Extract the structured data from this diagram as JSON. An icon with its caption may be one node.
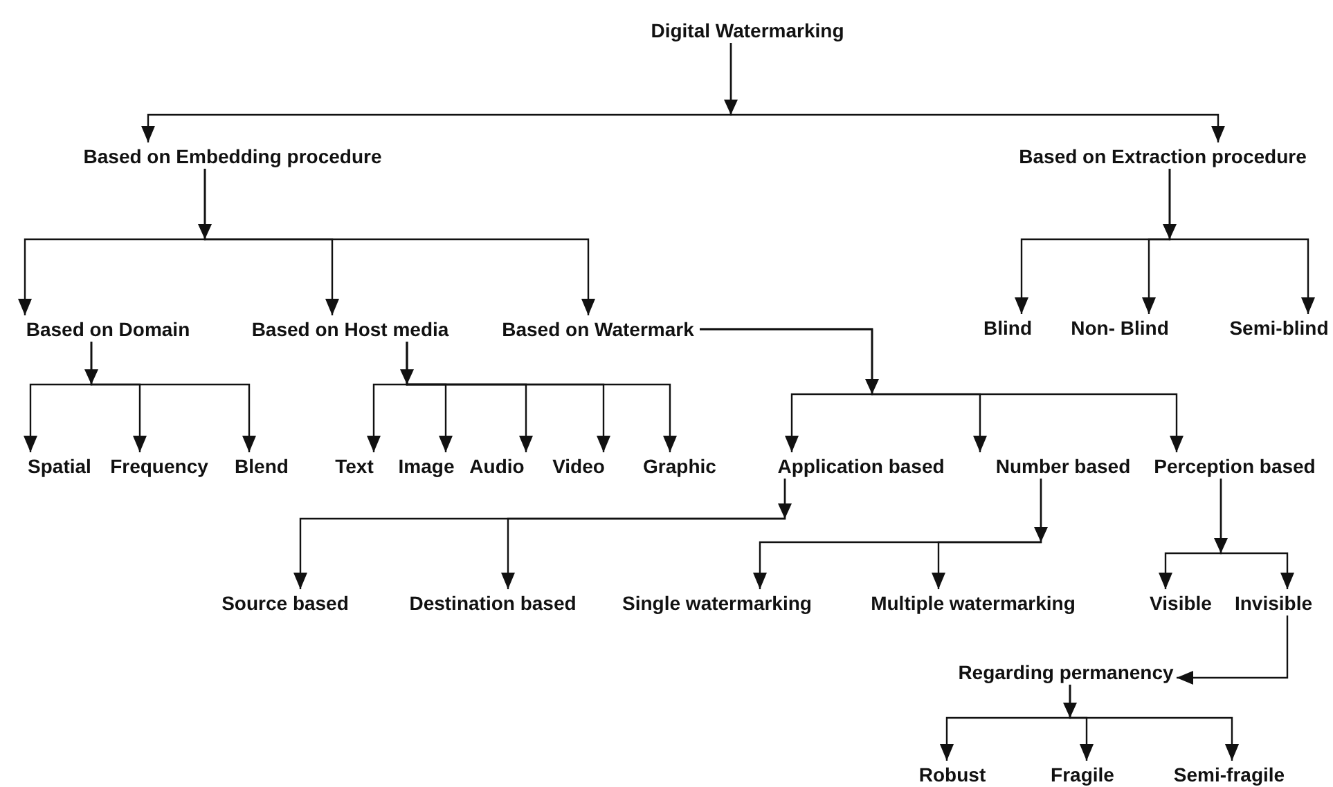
{
  "diagram": {
    "nodes": [
      {
        "text": [
          "Digital Watermarking"
        ]
      },
      {
        "text": [
          "Based on Embedding procedure"
        ]
      },
      {
        "text": [
          "Based on Extraction procedure"
        ]
      },
      {
        "text": [
          "Based on Domain"
        ]
      },
      {
        "text": [
          "Based on Host media"
        ]
      },
      {
        "text": [
          "Based on Watermark"
        ]
      },
      {
        "text": [
          "Blind"
        ]
      },
      {
        "text": [
          "Non- Blind"
        ]
      },
      {
        "text": [
          "Semi-blind"
        ]
      },
      {
        "text": [
          "Spatial"
        ]
      },
      {
        "text": [
          "Frequency"
        ]
      },
      {
        "text": [
          "Blend"
        ]
      },
      {
        "text": [
          "Text"
        ]
      },
      {
        "text": [
          "Image"
        ]
      },
      {
        "text": [
          "Audio"
        ]
      },
      {
        "text": [
          "Video"
        ]
      },
      {
        "text": [
          "Graphic"
        ]
      },
      {
        "text": [
          "Application based"
        ]
      },
      {
        "text": [
          "Number based"
        ]
      },
      {
        "text": [
          "Perception based"
        ]
      },
      {
        "text": [
          "Source based"
        ]
      },
      {
        "text": [
          "Destination based"
        ]
      },
      {
        "text": [
          "Single watermarking"
        ]
      },
      {
        "text": [
          "Multiple watermarking"
        ]
      },
      {
        "text": [
          "Visible"
        ]
      },
      {
        "text": [
          "Invisible"
        ]
      },
      {
        "text": [
          "Regarding permanency"
        ]
      },
      {
        "text": [
          "Robust"
        ]
      },
      {
        "text": [
          "Fragile"
        ]
      },
      {
        "text": [
          "Semi-fragile"
        ]
      }
    ],
    "edges": [
      {
        "from": 0,
        "to": 1,
        "arrow": "to"
      },
      {
        "from": 0,
        "to": 2,
        "arrow": "to"
      },
      {
        "from": 1,
        "to": 3,
        "arrow": "to"
      },
      {
        "from": 1,
        "to": 4,
        "arrow": "to"
      },
      {
        "from": 1,
        "to": 5,
        "arrow": "to"
      },
      {
        "from": 2,
        "to": 6,
        "arrow": "to"
      },
      {
        "from": 2,
        "to": 7,
        "arrow": "to"
      },
      {
        "from": 2,
        "to": 8,
        "arrow": "to"
      },
      {
        "from": 3,
        "to": 9,
        "arrow": "to"
      },
      {
        "from": 3,
        "to": 10,
        "arrow": "to"
      },
      {
        "from": 3,
        "to": 11,
        "arrow": "to"
      },
      {
        "from": 4,
        "to": 12,
        "arrow": "to"
      },
      {
        "from": 4,
        "to": 13,
        "arrow": "to"
      },
      {
        "from": 4,
        "to": 14,
        "arrow": "to"
      },
      {
        "from": 4,
        "to": 15,
        "arrow": "to"
      },
      {
        "from": 4,
        "to": 16,
        "arrow": "to"
      },
      {
        "from": 5,
        "to": 17,
        "arrow": "to"
      },
      {
        "from": 5,
        "to": 18,
        "arrow": "to"
      },
      {
        "from": 5,
        "to": 19,
        "arrow": "to"
      },
      {
        "from": 17,
        "to": 20,
        "arrow": "to"
      },
      {
        "from": 17,
        "to": 21,
        "arrow": "to"
      },
      {
        "from": 18,
        "to": 22,
        "arrow": "to"
      },
      {
        "from": 18,
        "to": 23,
        "arrow": "to"
      },
      {
        "from": 19,
        "to": 24,
        "arrow": "to"
      },
      {
        "from": 19,
        "to": 25,
        "arrow": "to"
      },
      {
        "from": 25,
        "to": 26,
        "arrow": "to"
      },
      {
        "from": 26,
        "to": 27,
        "arrow": "to"
      },
      {
        "from": 26,
        "to": 28,
        "arrow": "to"
      },
      {
        "from": 26,
        "to": 29,
        "arrow": "to"
      }
    ]
  }
}
